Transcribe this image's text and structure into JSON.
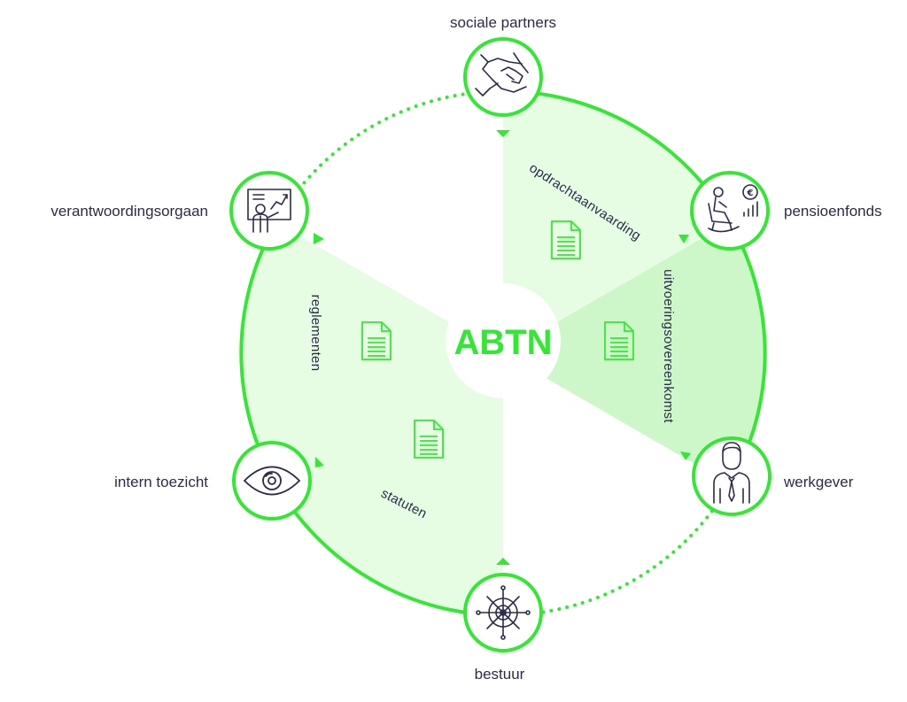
{
  "colors": {
    "accent": "#33e833",
    "sector_light": "#e6fde3",
    "sector_mid": "#cdf7c8",
    "icon_stroke": "#2a2c4a"
  },
  "center": {
    "title": "ABTN"
  },
  "nodes": {
    "sociale_partners": {
      "label": "sociale partners",
      "icon": "handshake-icon"
    },
    "pensioenfonds": {
      "label": "pensioenfonds",
      "icon": "rocking-chair-pension-icon"
    },
    "werkgever": {
      "label": "werkgever",
      "icon": "businessman-icon"
    },
    "bestuur": {
      "label": "bestuur",
      "icon": "ship-wheel-icon"
    },
    "intern_toezicht": {
      "label": "intern toezicht",
      "icon": "eye-icon"
    },
    "verantwoordingsorgaan": {
      "label": "verantwoordingsorgaan",
      "icon": "presentation-icon"
    }
  },
  "sectors": {
    "opdrachtaanvaarding": "opdrachtaanvaarding",
    "uitvoeringsovereenkomst": "uitvoeringsovereenkomst",
    "reglementen": "reglementen",
    "statuten": "statuten"
  }
}
